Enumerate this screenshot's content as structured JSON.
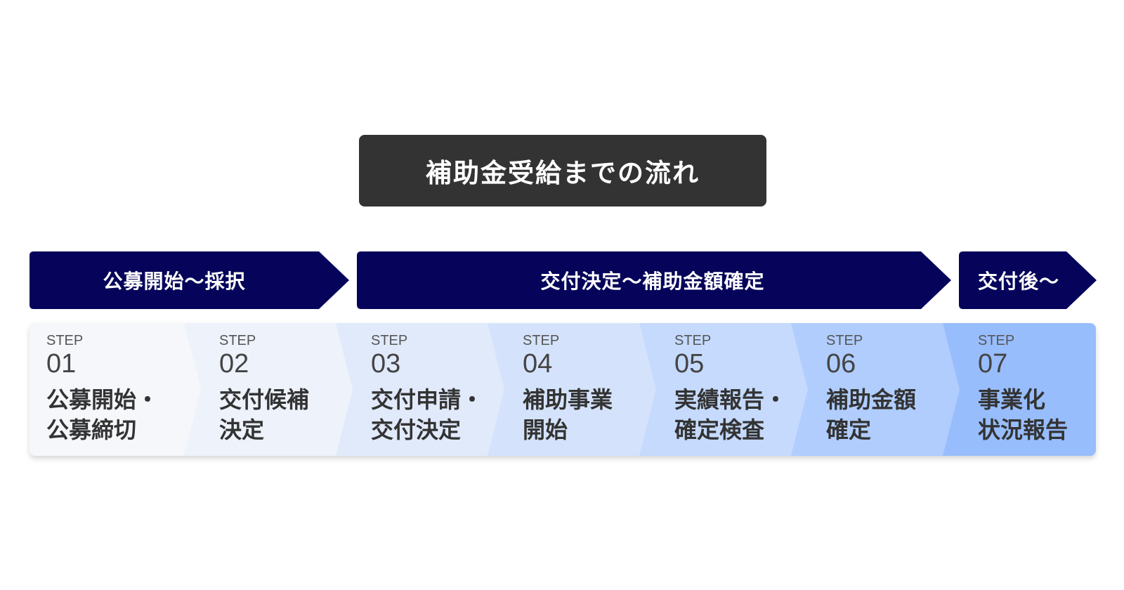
{
  "title": "補助金受給までの流れ",
  "phases": [
    {
      "label": "公募開始〜採択"
    },
    {
      "label": "交付決定〜補助金額確定"
    },
    {
      "label": "交付後〜"
    }
  ],
  "step_word": "STEP",
  "steps": [
    {
      "number": "01",
      "line1": "公募開始・",
      "line2": "公募締切"
    },
    {
      "number": "02",
      "line1": "交付候補",
      "line2": "決定"
    },
    {
      "number": "03",
      "line1": "交付申請・",
      "line2": "交付決定"
    },
    {
      "number": "04",
      "line1": "補助事業",
      "line2": "開始"
    },
    {
      "number": "05",
      "line1": "実績報告・",
      "line2": "確定検査"
    },
    {
      "number": "06",
      "line1": "補助金額",
      "line2": "確定"
    },
    {
      "number": "07",
      "line1": "事業化",
      "line2": "状況報告"
    }
  ],
  "colors": {
    "title_bg": "#333333",
    "phase_bg": "#05045a",
    "step_fills": [
      "#f5f7fb",
      "#edf2fb",
      "#e1eafb",
      "#d4e3fb",
      "#c5dafd",
      "#b0cdfd",
      "#98bdfd"
    ]
  }
}
